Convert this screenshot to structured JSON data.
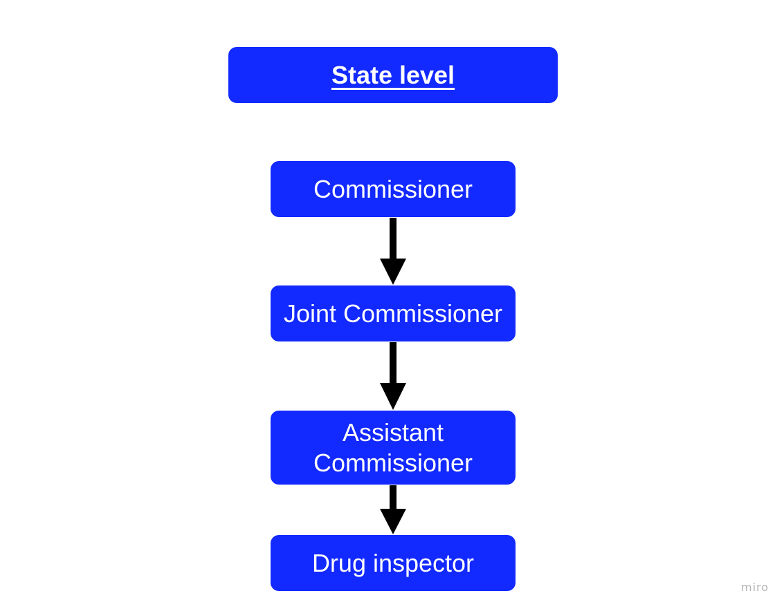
{
  "diagram": {
    "title": "State level",
    "nodes": [
      {
        "label": "Commissioner"
      },
      {
        "label": "Joint Commissioner"
      },
      {
        "label": "Assistant Commissioner"
      },
      {
        "label": "Drug inspector"
      }
    ],
    "edges": [
      {
        "from": "Commissioner",
        "to": "Joint Commissioner"
      },
      {
        "from": "Joint Commissioner",
        "to": "Assistant Commissioner"
      },
      {
        "from": "Assistant Commissioner",
        "to": "Drug inspector"
      }
    ],
    "colors": {
      "node_fill": "#1229ff",
      "node_text": "#ffffff",
      "arrow": "#000000"
    }
  },
  "watermark": "miro"
}
